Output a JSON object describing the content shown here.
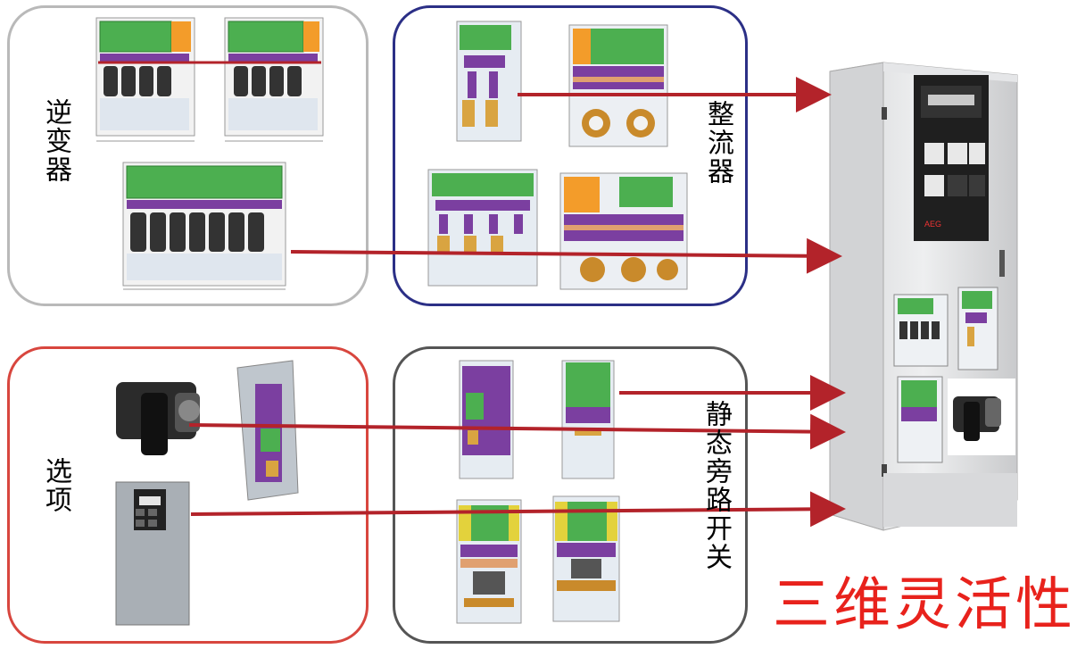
{
  "labels": {
    "inverter": "逆变器",
    "rectifier": "整流器",
    "options": "选项",
    "static_bypass": "静态旁路开关",
    "headline": "三维灵活性"
  },
  "colors": {
    "inverter_border": "#b9b9b9",
    "rectifier_border": "#2b2f86",
    "options_border": "#d8463e",
    "bypass_border": "#555555",
    "arrow": "#b3232a",
    "headline": "#e8221c"
  },
  "cabinet": {
    "brand": "AEG"
  }
}
